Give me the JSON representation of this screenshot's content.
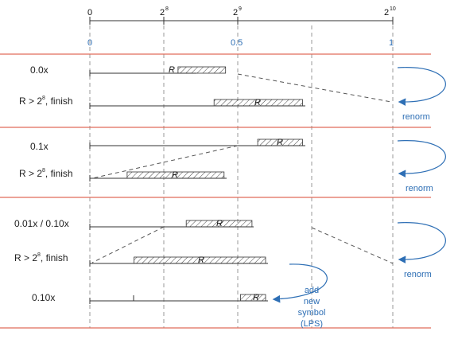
{
  "colors": {
    "separator": "#e06c5a",
    "guide": "#9a9a9a",
    "accent": "#2e6fb5",
    "line": "#333333",
    "hatch": "#444444"
  },
  "axis": {
    "powers": [
      {
        "base": "0",
        "exp": ""
      },
      {
        "base": "2",
        "exp": "8"
      },
      {
        "base": "2",
        "exp": "9"
      },
      {
        "base": "2",
        "exp": "10"
      }
    ],
    "fractions": [
      "0",
      "0.5",
      "1"
    ]
  },
  "sections": [
    {
      "rows": [
        {
          "label": "0.0x",
          "label_exp": "",
          "label_suffix": "",
          "interval": {
            "box_from": 0.291,
            "box_to": 0.448,
            "r": "R"
          }
        },
        {
          "label": "R > 2",
          "label_exp": "8",
          "label_suffix": ", finish",
          "interval": {
            "box_from": 0.41,
            "box_to": 0.702,
            "r": "R"
          }
        }
      ],
      "renorm": "renorm"
    },
    {
      "rows": [
        {
          "label": "0.1x",
          "label_exp": "",
          "label_suffix": "",
          "interval": {
            "box_from": 0.554,
            "box_to": 0.702,
            "r": "R"
          }
        },
        {
          "label": "R > 2",
          "label_exp": "8",
          "label_suffix": ", finish",
          "interval": {
            "box_from": 0.123,
            "box_to": 0.443,
            "r": "R"
          }
        }
      ],
      "renorm": "renorm"
    },
    {
      "rows": [
        {
          "label": "0.01x / 0.10x",
          "label_exp": "",
          "label_suffix": "",
          "interval": {
            "box_from": 0.318,
            "box_to": 0.535,
            "r": "R"
          }
        },
        {
          "label": "R > 2",
          "label_exp": "8",
          "label_suffix": ", finish",
          "interval": {
            "box_from": 0.146,
            "box_to": 0.58,
            "r": "R"
          }
        },
        {
          "label": "0.10x",
          "label_exp": "",
          "label_suffix": "",
          "interval": {
            "box_from": 0.497,
            "box_to": 0.58,
            "r": "R"
          }
        }
      ],
      "renorm": "renorm",
      "add_symbol": [
        "add",
        "new",
        "symbol",
        "(LPS)"
      ]
    }
  ]
}
